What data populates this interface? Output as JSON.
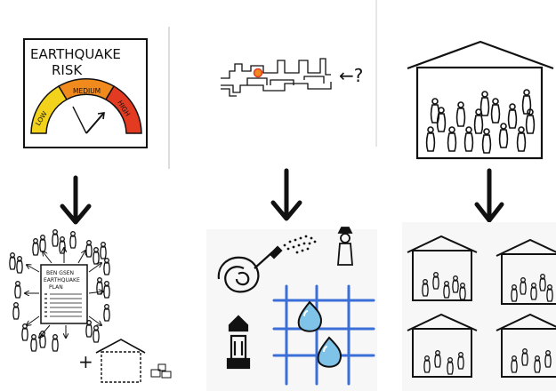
{
  "gauge": {
    "title_line1": "EARTHQUAKE",
    "title_line2": "RISK",
    "low": "LOW",
    "medium": "MEDIUM",
    "high": "HIGH"
  },
  "map": {
    "question": "←?"
  },
  "plan": {
    "line1": "BEN GSEN",
    "line2": "EARTHQUAKE",
    "line3": "PLAN"
  },
  "plus": "+",
  "colors": {
    "ink": "#111111",
    "gauge_yellow": "#f2d21b",
    "gauge_orange": "#f08a1c",
    "gauge_red": "#e23b22",
    "water_blue": "#3b6fd8",
    "drop_blue": "#7fc3e8"
  }
}
